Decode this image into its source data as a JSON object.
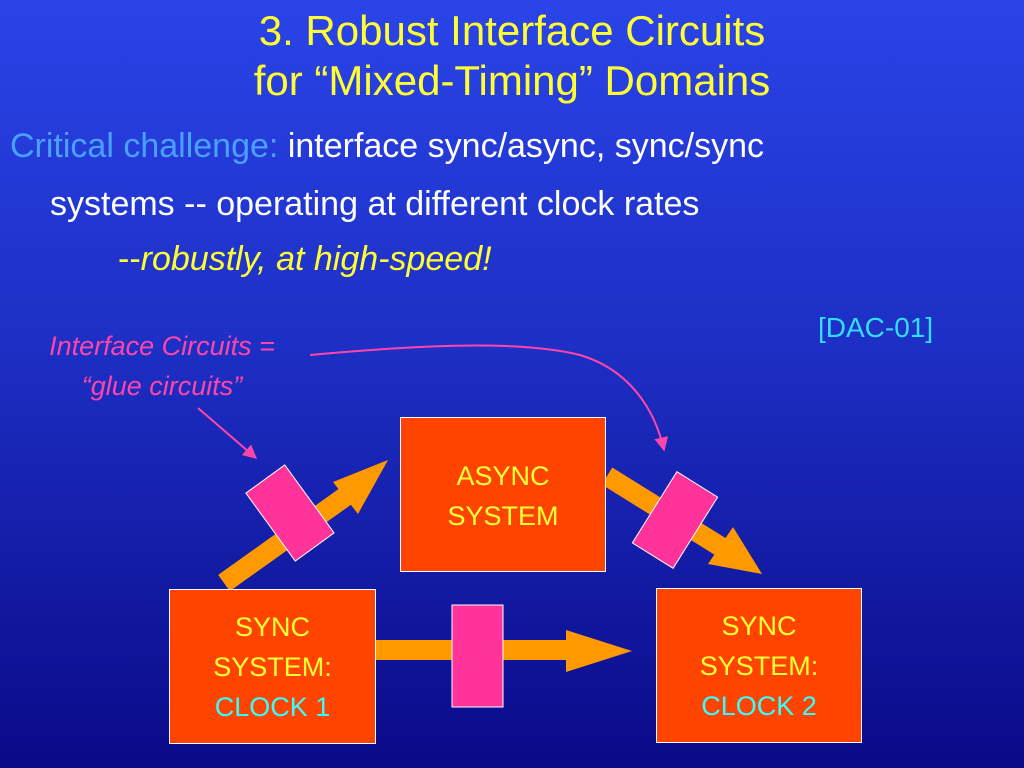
{
  "slide": {
    "title_line1": "3. Robust Interface Circuits",
    "title_line2": "for “Mixed-Timing” Domains",
    "challenge_lead": "Critical challenge:",
    "challenge_text": "interface sync/async, sync/sync",
    "challenge_line2": "systems -- operating at different clock rates",
    "emphasis_prefix": "--",
    "emphasis_text": "robustly, at high-speed!",
    "reference": "[DAC-01]"
  },
  "annotation": {
    "line1": "Interface Circuits =",
    "line2": "“glue circuits”"
  },
  "diagram": {
    "async_box": {
      "line1": "ASYNC",
      "line2": "SYSTEM"
    },
    "sync_box_1": {
      "line1": "SYNC",
      "line2": "SYSTEM:",
      "clock": "CLOCK 1"
    },
    "sync_box_2": {
      "line1": "SYNC",
      "line2": "SYSTEM:",
      "clock": "CLOCK 2"
    },
    "colors": {
      "box_fill": "#ff4400",
      "arrow": "#ff9900",
      "glue_block": "#ff3399",
      "annotation": "#ff44aa",
      "title": "#ffff33",
      "clock_text": "#33ffff"
    }
  }
}
